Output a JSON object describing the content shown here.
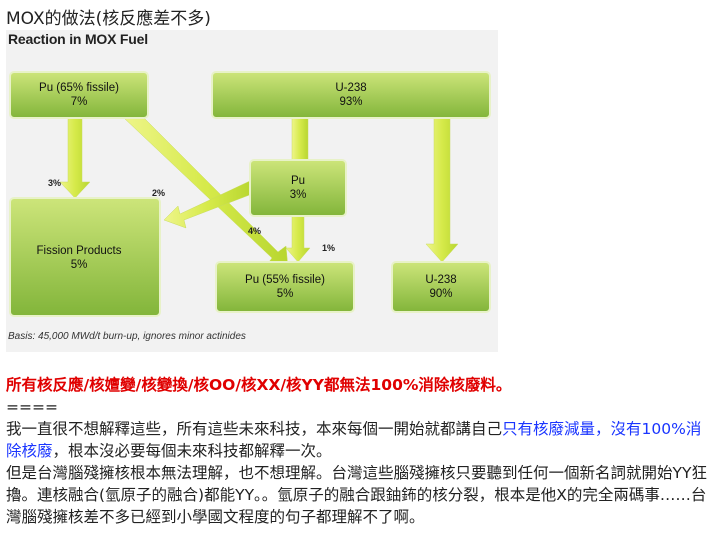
{
  "page": {
    "title": "MOX的做法(核反應差不多)"
  },
  "diagram": {
    "heading": "Reaction in MOX Fuel",
    "basis": "Basis: 45,000 MWd/t burn-up, ignores minor actinides",
    "nodes": {
      "pu_fissile_65": {
        "name": "Pu (65% fissile)",
        "value": "7%"
      },
      "u238_input": {
        "name": "U-238",
        "value": "93%"
      },
      "pu_mid": {
        "name": "Pu",
        "value": "3%"
      },
      "fission_products": {
        "name": "Fission Products",
        "value": "5%"
      },
      "pu_fissile_55": {
        "name": "Pu (55% fissile)",
        "value": "5%"
      },
      "u238_output": {
        "name": "U-238",
        "value": "90%"
      }
    },
    "flows": {
      "pu65_to_fp": "3%",
      "pu_to_fp": "2%",
      "pu65_to_pu55": "4%",
      "pu_to_pu55": "1%"
    },
    "colors": {
      "box_fill_top": "#c4e06a",
      "box_fill_bottom": "#86b83a",
      "box_border": "#e8f2c8",
      "arrow_fill": "#dcec5a",
      "background": "#f2f2f2"
    }
  },
  "text": {
    "headline": "所有核反應/核嬗變/核變換/核OO/核XX/核YY都無法100%消除核廢料。",
    "separator": "====",
    "p1_a": "我一直很不想解釋這些，所有這些未來科技，本來每個一開始就都講自己",
    "p1_link": "只有核廢減量，沒有100%消除核廢",
    "p1_b": "，根本沒必要每個未來科技都解釋一次。",
    "p2": "但是台灣腦殘擁核根本無法理解，也不想理解。台灣這些腦殘擁核只要聽到任何一個新名詞就開始YY狂擼。連核融合(氫原子的融合)都能YY。。氫原子的融合跟鈾鈽的核分裂，根本是他X的完全兩碼事……台灣腦殘擁核差不多已經到小學國文程度的句子都理解不了啊。"
  }
}
